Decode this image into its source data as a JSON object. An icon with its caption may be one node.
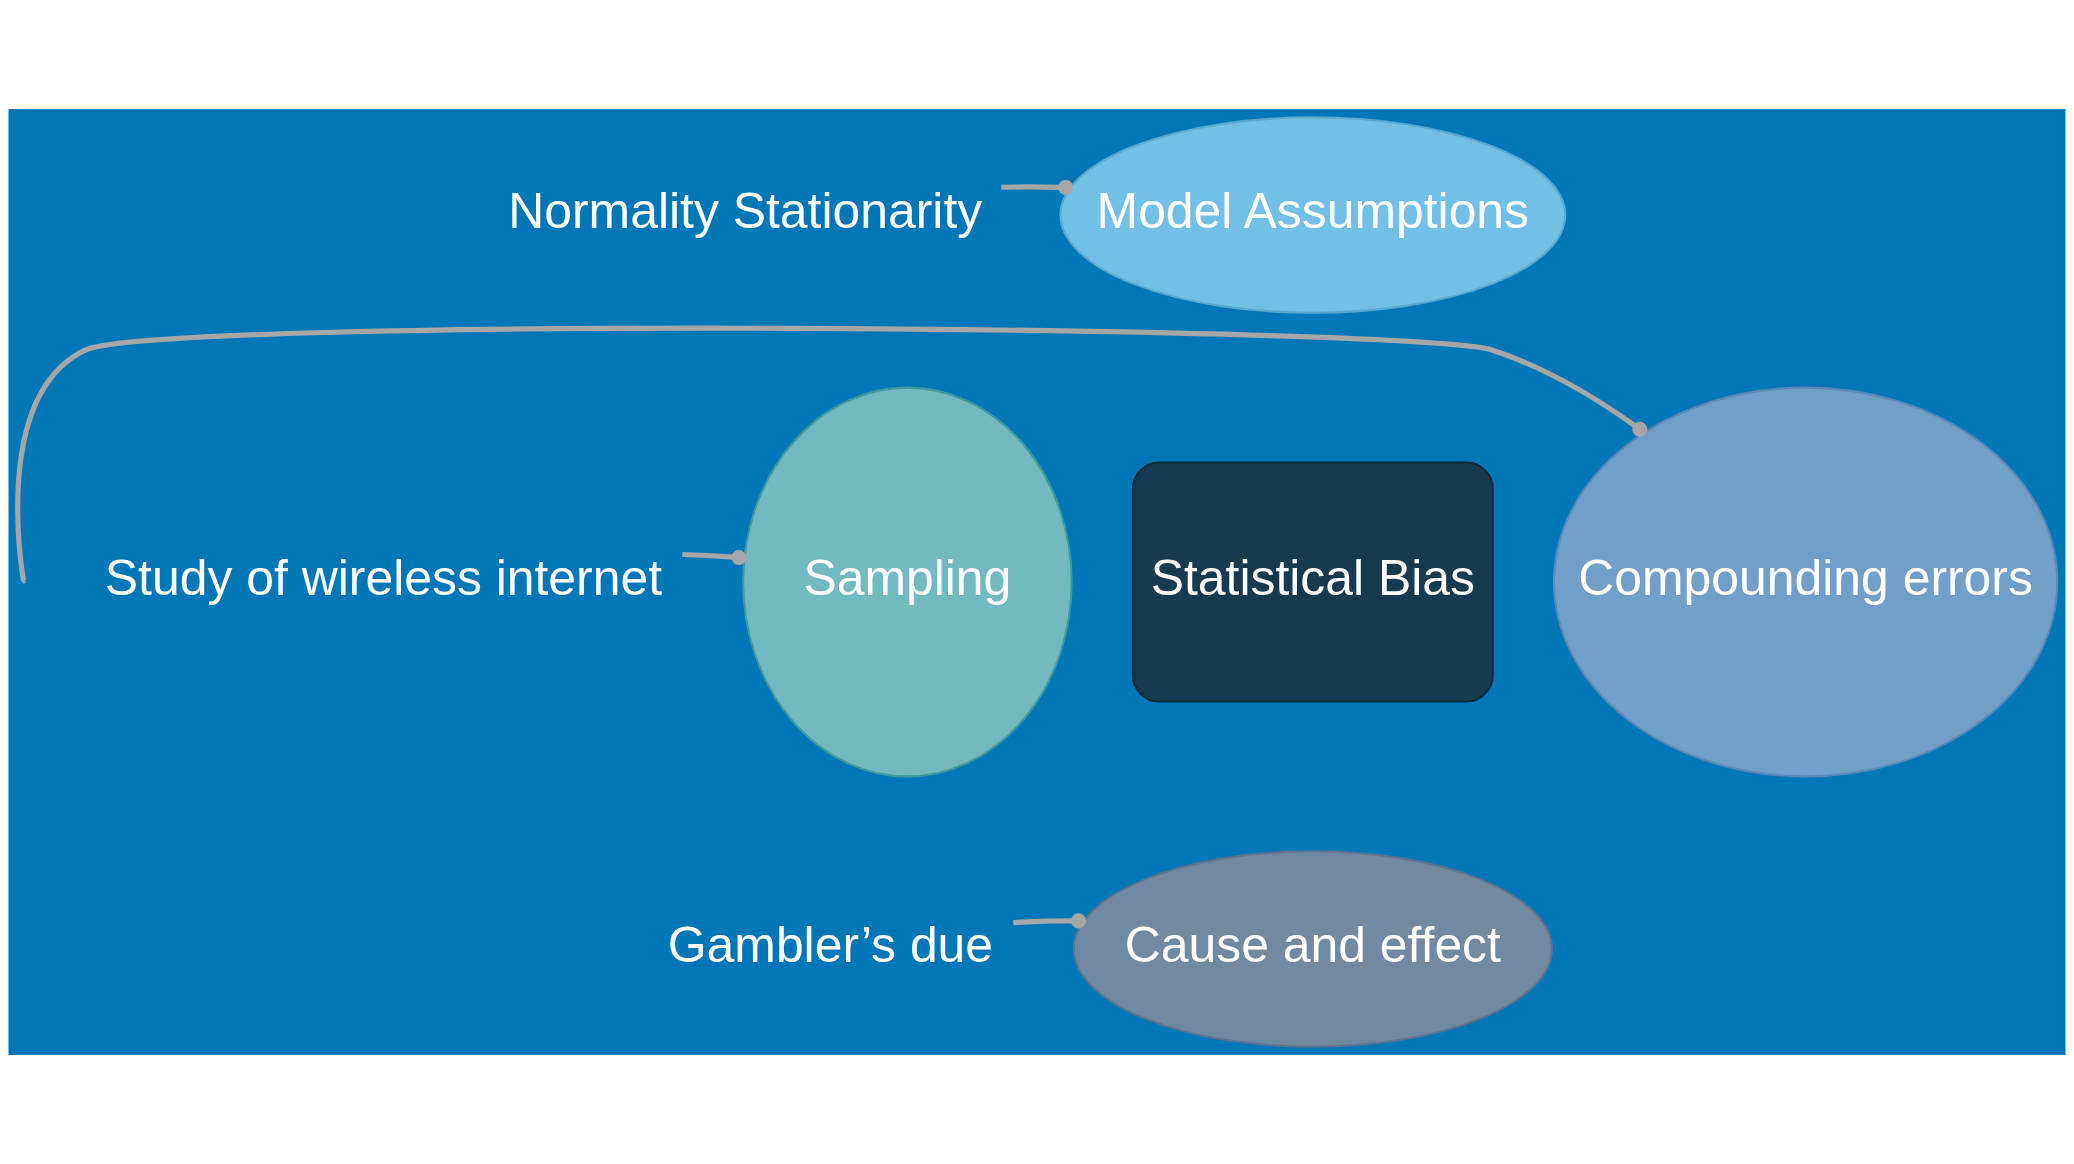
{
  "diagram": {
    "nodes": [
      {
        "text": [
          "Statistical Bias"
        ]
      },
      {
        "text": [
          "Model Assumptions"
        ]
      },
      {
        "text": [
          "Sampling"
        ]
      },
      {
        "text": [
          "Compounding errors"
        ]
      },
      {
        "text": [
          "Cause and effect"
        ]
      },
      {
        "text": [
          "Normality Stationarity"
        ]
      },
      {
        "text": [
          "Study of wireless internet"
        ]
      },
      {
        "text": [
          "Gambler’s due"
        ]
      }
    ],
    "edges": [
      {
        "from": 5,
        "to": 1,
        "arrow": "other"
      },
      {
        "from": 6,
        "to": 2,
        "arrow": "other"
      },
      {
        "from": null,
        "to": 3,
        "arrow": "other"
      },
      {
        "from": 7,
        "to": 4,
        "arrow": "other"
      }
    ]
  }
}
